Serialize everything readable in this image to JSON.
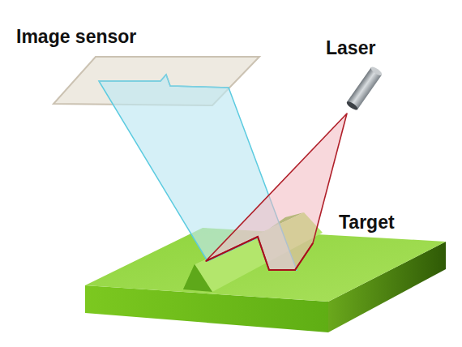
{
  "diagram": {
    "labels": [
      "Image sensor",
      "Laser",
      "Target"
    ]
  }
}
